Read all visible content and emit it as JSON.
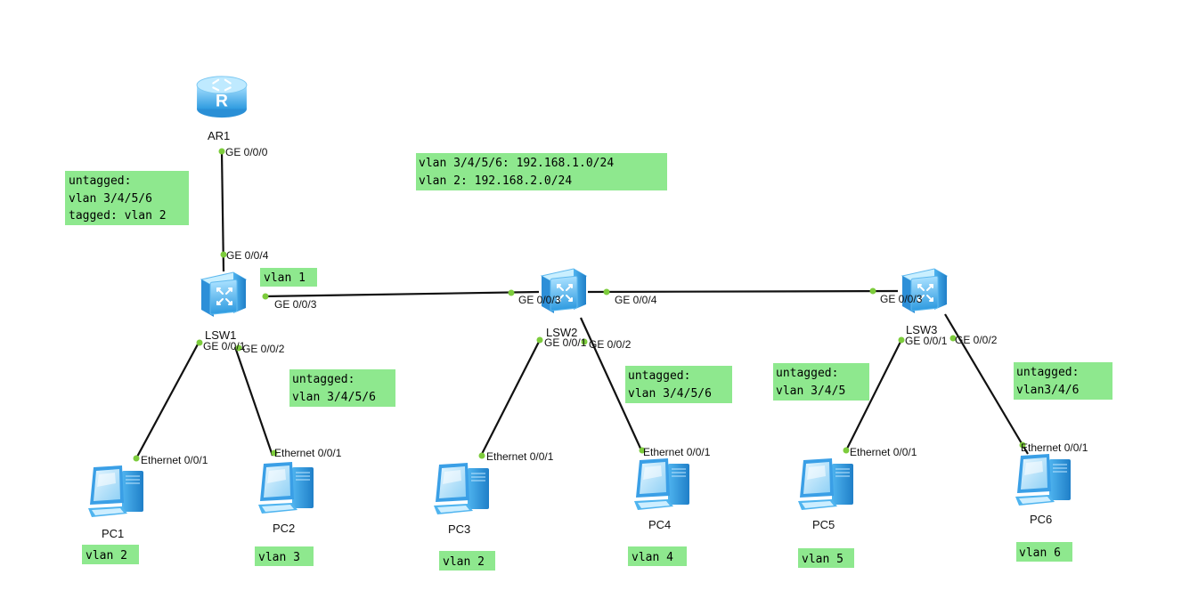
{
  "devices": {
    "ar1": {
      "label": "AR1",
      "icon": "router-icon"
    },
    "lsw1": {
      "label": "LSW1",
      "icon": "switch-icon"
    },
    "lsw2": {
      "label": "LSW2",
      "icon": "switch-icon"
    },
    "lsw3": {
      "label": "LSW3",
      "icon": "switch-icon"
    },
    "pc1": {
      "label": "PC1",
      "icon": "pc-icon"
    },
    "pc2": {
      "label": "PC2",
      "icon": "pc-icon"
    },
    "pc3": {
      "label": "PC3",
      "icon": "pc-icon"
    },
    "pc4": {
      "label": "PC4",
      "icon": "pc-icon"
    },
    "pc5": {
      "label": "PC5",
      "icon": "pc-icon"
    },
    "pc6": {
      "label": "PC6",
      "icon": "pc-icon"
    }
  },
  "ports": {
    "ar1_ge000": "GE 0/0/0",
    "lsw1_ge004": "GE 0/0/4",
    "lsw1_ge003": "GE 0/0/3",
    "lsw1_ge001": "GE 0/0/1",
    "lsw1_ge002": "GE 0/0/2",
    "lsw2_ge003": "GE 0/0/3",
    "lsw2_ge004": "GE 0/0/4",
    "lsw2_ge001": "GE 0/0/1",
    "lsw2_ge002": "GE 0/0/2",
    "lsw3_ge003": "GE 0/0/3",
    "lsw3_ge001": "GE 0/0/1",
    "lsw3_ge002": "GE 0/0/2",
    "pc1_eth": "Ethernet 0/0/1",
    "pc2_eth": "Ethernet 0/0/1",
    "pc3_eth": "Ethernet 0/0/1",
    "pc4_eth": "Ethernet 0/0/1",
    "pc5_eth": "Ethernet 0/0/1",
    "pc6_eth": "Ethernet 0/0/1"
  },
  "notes": {
    "ar1_link": [
      "untagged:",
      "vlan 3/4/5/6",
      "tagged: vlan 2"
    ],
    "subnets": [
      "vlan 3/4/5/6: 192.168.1.0/24",
      "vlan 2: 192.168.2.0/24"
    ],
    "lsw1_vlan": "vlan 1",
    "lsw1_pc2": [
      "untagged:",
      "vlan 3/4/5/6"
    ],
    "lsw2_pc4": [
      "untagged:",
      "vlan 3/4/5/6"
    ],
    "lsw3_pc5": [
      "untagged:",
      "vlan 3/4/5"
    ],
    "lsw3_pc6": [
      "untagged:",
      "vlan3/4/6"
    ]
  },
  "pc_vlans": {
    "pc1": "vlan 2",
    "pc2": "vlan 3",
    "pc3": "vlan 2",
    "pc4": "vlan 4",
    "pc5": "vlan 5",
    "pc6": "vlan 6"
  },
  "colors": {
    "note_background": "#8ee88e",
    "port_dot": "#7dcc3c",
    "device_blue": "#3aa6e8",
    "link": "#111111"
  }
}
